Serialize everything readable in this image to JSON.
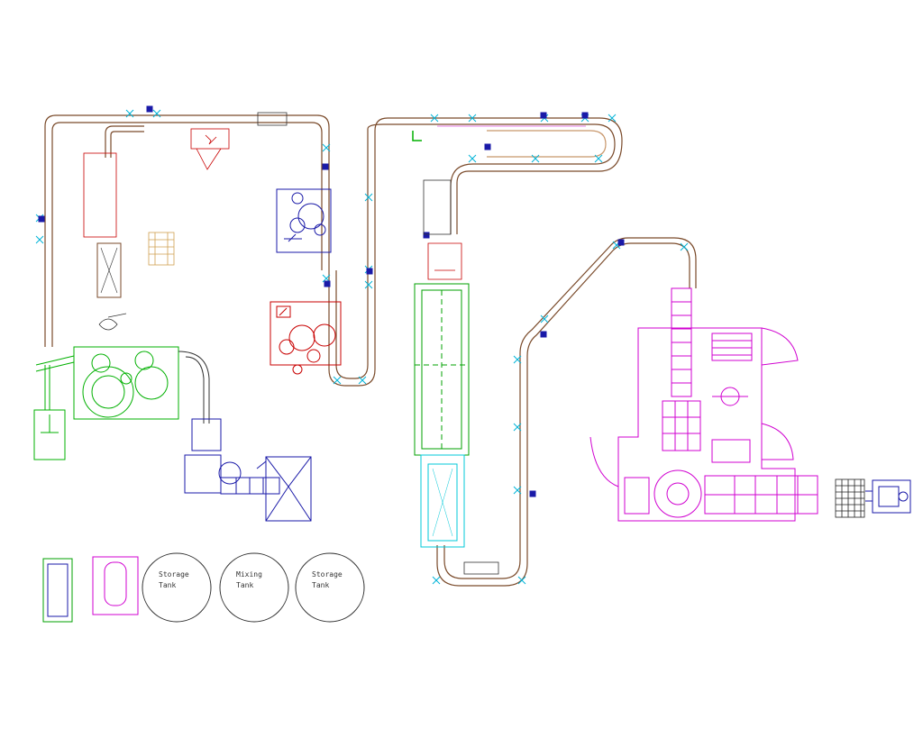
{
  "drawing": {
    "type": "bottling line layout (CAD plan view)",
    "colors": {
      "conveyor": "#7a4a2a",
      "conveyor_rail": "#c8966a",
      "guide": "#00b4d8",
      "filler": "#00b000",
      "labeler": "#1a1aa8",
      "capper": "#c80000",
      "tunnel": "#00a000",
      "cooling": "#00c8d8",
      "palletizer": "#d000d0",
      "pallet": "#d0a050",
      "outline": "#333333"
    }
  },
  "tanks": [
    {
      "line1": "Storage",
      "line2": "Tank"
    },
    {
      "line1": "Mixing",
      "line2": "Tank"
    },
    {
      "line1": "Storage",
      "line2": "Tank"
    }
  ]
}
